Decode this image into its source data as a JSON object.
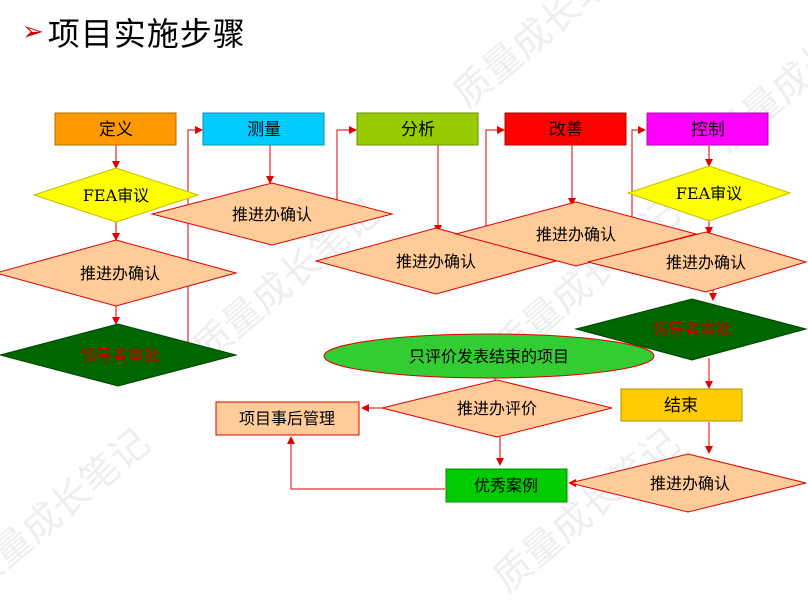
{
  "title": "项目实施步骤",
  "title_bullet": "➢",
  "phases": {
    "define": "定义",
    "measure": "测量",
    "analyze": "分析",
    "improve": "改善",
    "control": "控制"
  },
  "steps": {
    "fea_review_1": "FEA审议",
    "promote_confirm_1": "推进办确认",
    "leader_approve_1": "领导者审批",
    "promote_confirm_2": "推进办确认",
    "promote_confirm_3": "推进办确认",
    "promote_confirm_4": "推进办确认",
    "fea_review_2": "FEA审议",
    "promote_confirm_5": "推进办确认",
    "leader_approve_2": "领导者审批",
    "note": "只评价发表结束的项目",
    "promote_evaluate": "推进办评价",
    "post_management": "项目事后管理",
    "finish": "结束",
    "excellent_case": "优秀案例",
    "promote_confirm_6": "推进办确认"
  },
  "colors": {
    "define": "#ff9900",
    "measure": "#00ccff",
    "analyze": "#99cc00",
    "improve": "#ff0000",
    "control": "#ff00ff",
    "fea": "#ffff00",
    "confirm": "#ffcc99",
    "approve": "#006600",
    "note": "#33cc33",
    "finish": "#ffcc00",
    "case": "#00cc00",
    "edge": "#e00000"
  },
  "watermark": "质量成长笔记"
}
